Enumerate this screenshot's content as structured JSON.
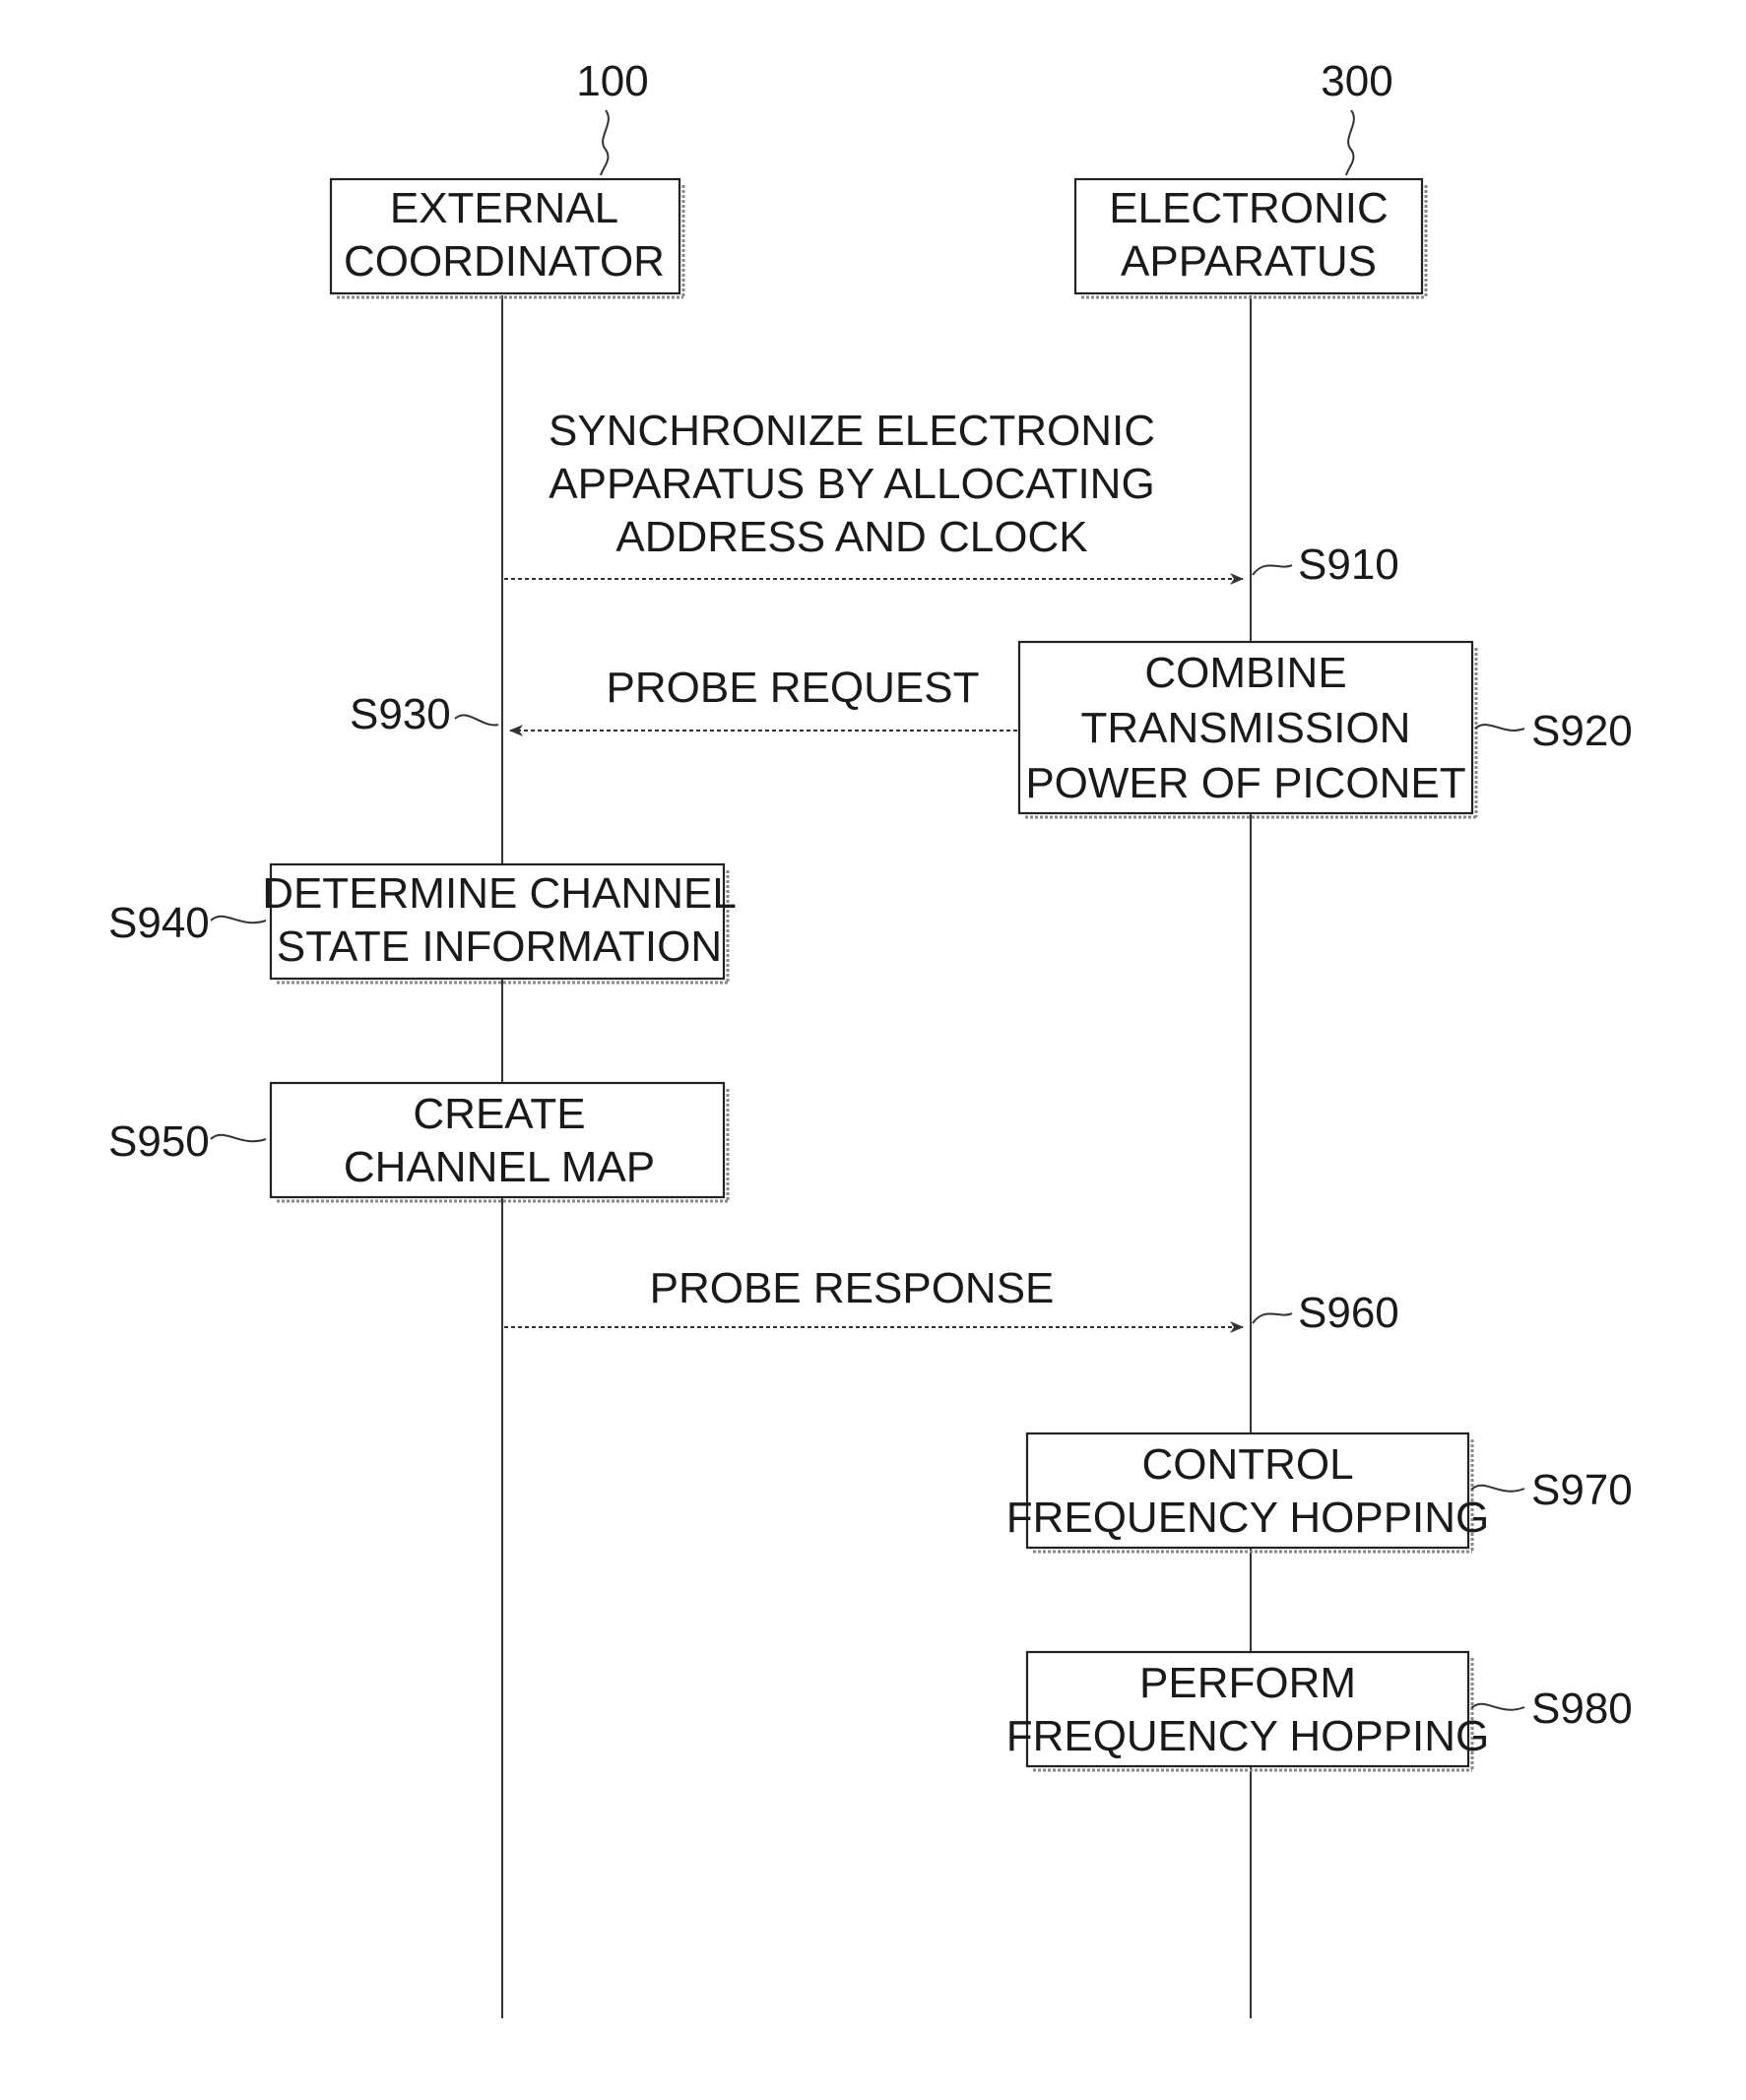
{
  "participants": {
    "coordinator": {
      "ref": "100",
      "lines": [
        "EXTERNAL",
        "COORDINATOR"
      ]
    },
    "apparatus": {
      "ref": "300",
      "lines": [
        "ELECTRONIC",
        "APPARATUS"
      ]
    }
  },
  "messages": {
    "s910": {
      "step": "S910",
      "lines": [
        "SYNCHRONIZE ELECTRONIC",
        "APPARATUS BY ALLOCATING",
        "ADDRESS AND CLOCK"
      ]
    },
    "s930": {
      "step": "S930",
      "label": "PROBE REQUEST"
    },
    "s960": {
      "step": "S960",
      "label": "PROBE RESPONSE"
    }
  },
  "steps": {
    "s920": {
      "step": "S920",
      "lines": [
        "COMBINE",
        "TRANSMISSION",
        "POWER OF PICONET"
      ]
    },
    "s940": {
      "step": "S940",
      "lines": [
        "DETERMINE CHANNEL",
        "STATE INFORMATION"
      ]
    },
    "s950": {
      "step": "S950",
      "lines": [
        "CREATE",
        "CHANNEL MAP"
      ]
    },
    "s970": {
      "step": "S970",
      "lines": [
        "CONTROL",
        "FREQUENCY HOPPING"
      ]
    },
    "s980": {
      "step": "S980",
      "lines": [
        "PERFORM",
        "FREQUENCY HOPPING"
      ]
    }
  }
}
